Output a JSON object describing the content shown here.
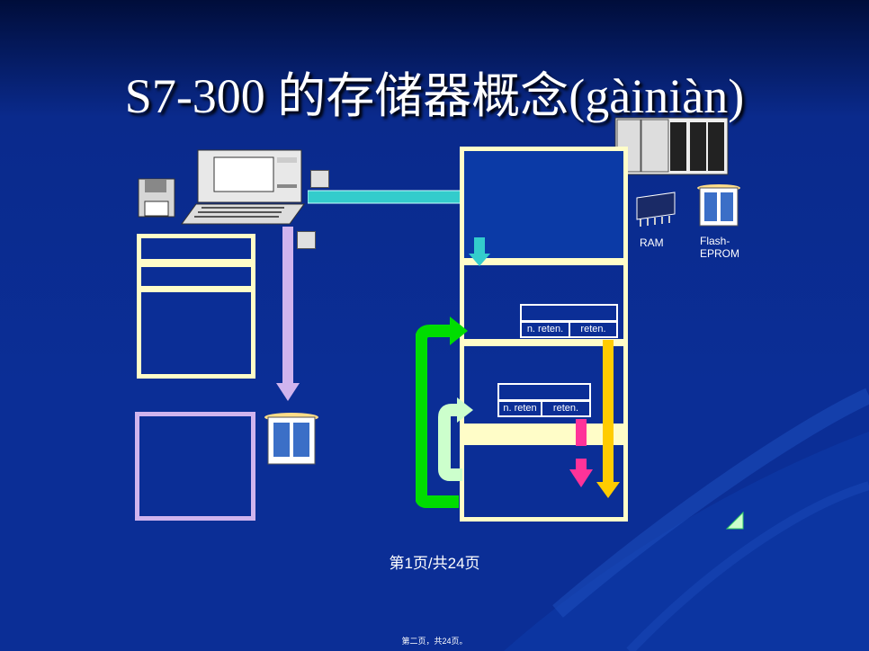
{
  "title": "S7-300 的存储器概念(gàiniàn)",
  "labels": {
    "ram": "RAM",
    "flash": "Flash-\nEPROM"
  },
  "work_memory": {
    "non_retentive": "n. reten.",
    "retentive": "reten."
  },
  "system_memory": {
    "non_retentive": "n. reten",
    "retentive": "reten."
  },
  "footer": "第1页/共24页",
  "footnote": "第二页，共24页。",
  "colors": {
    "background": "#0b2e96",
    "box_outline": "#fffdc8",
    "arrow_cyan": "#33cccc",
    "arrow_lilac": "#d0b4ee",
    "arrow_green": "#00dd00",
    "arrow_mint": "#ccffcc",
    "arrow_orange": "#ffcc00",
    "arrow_pink": "#ff3399"
  }
}
